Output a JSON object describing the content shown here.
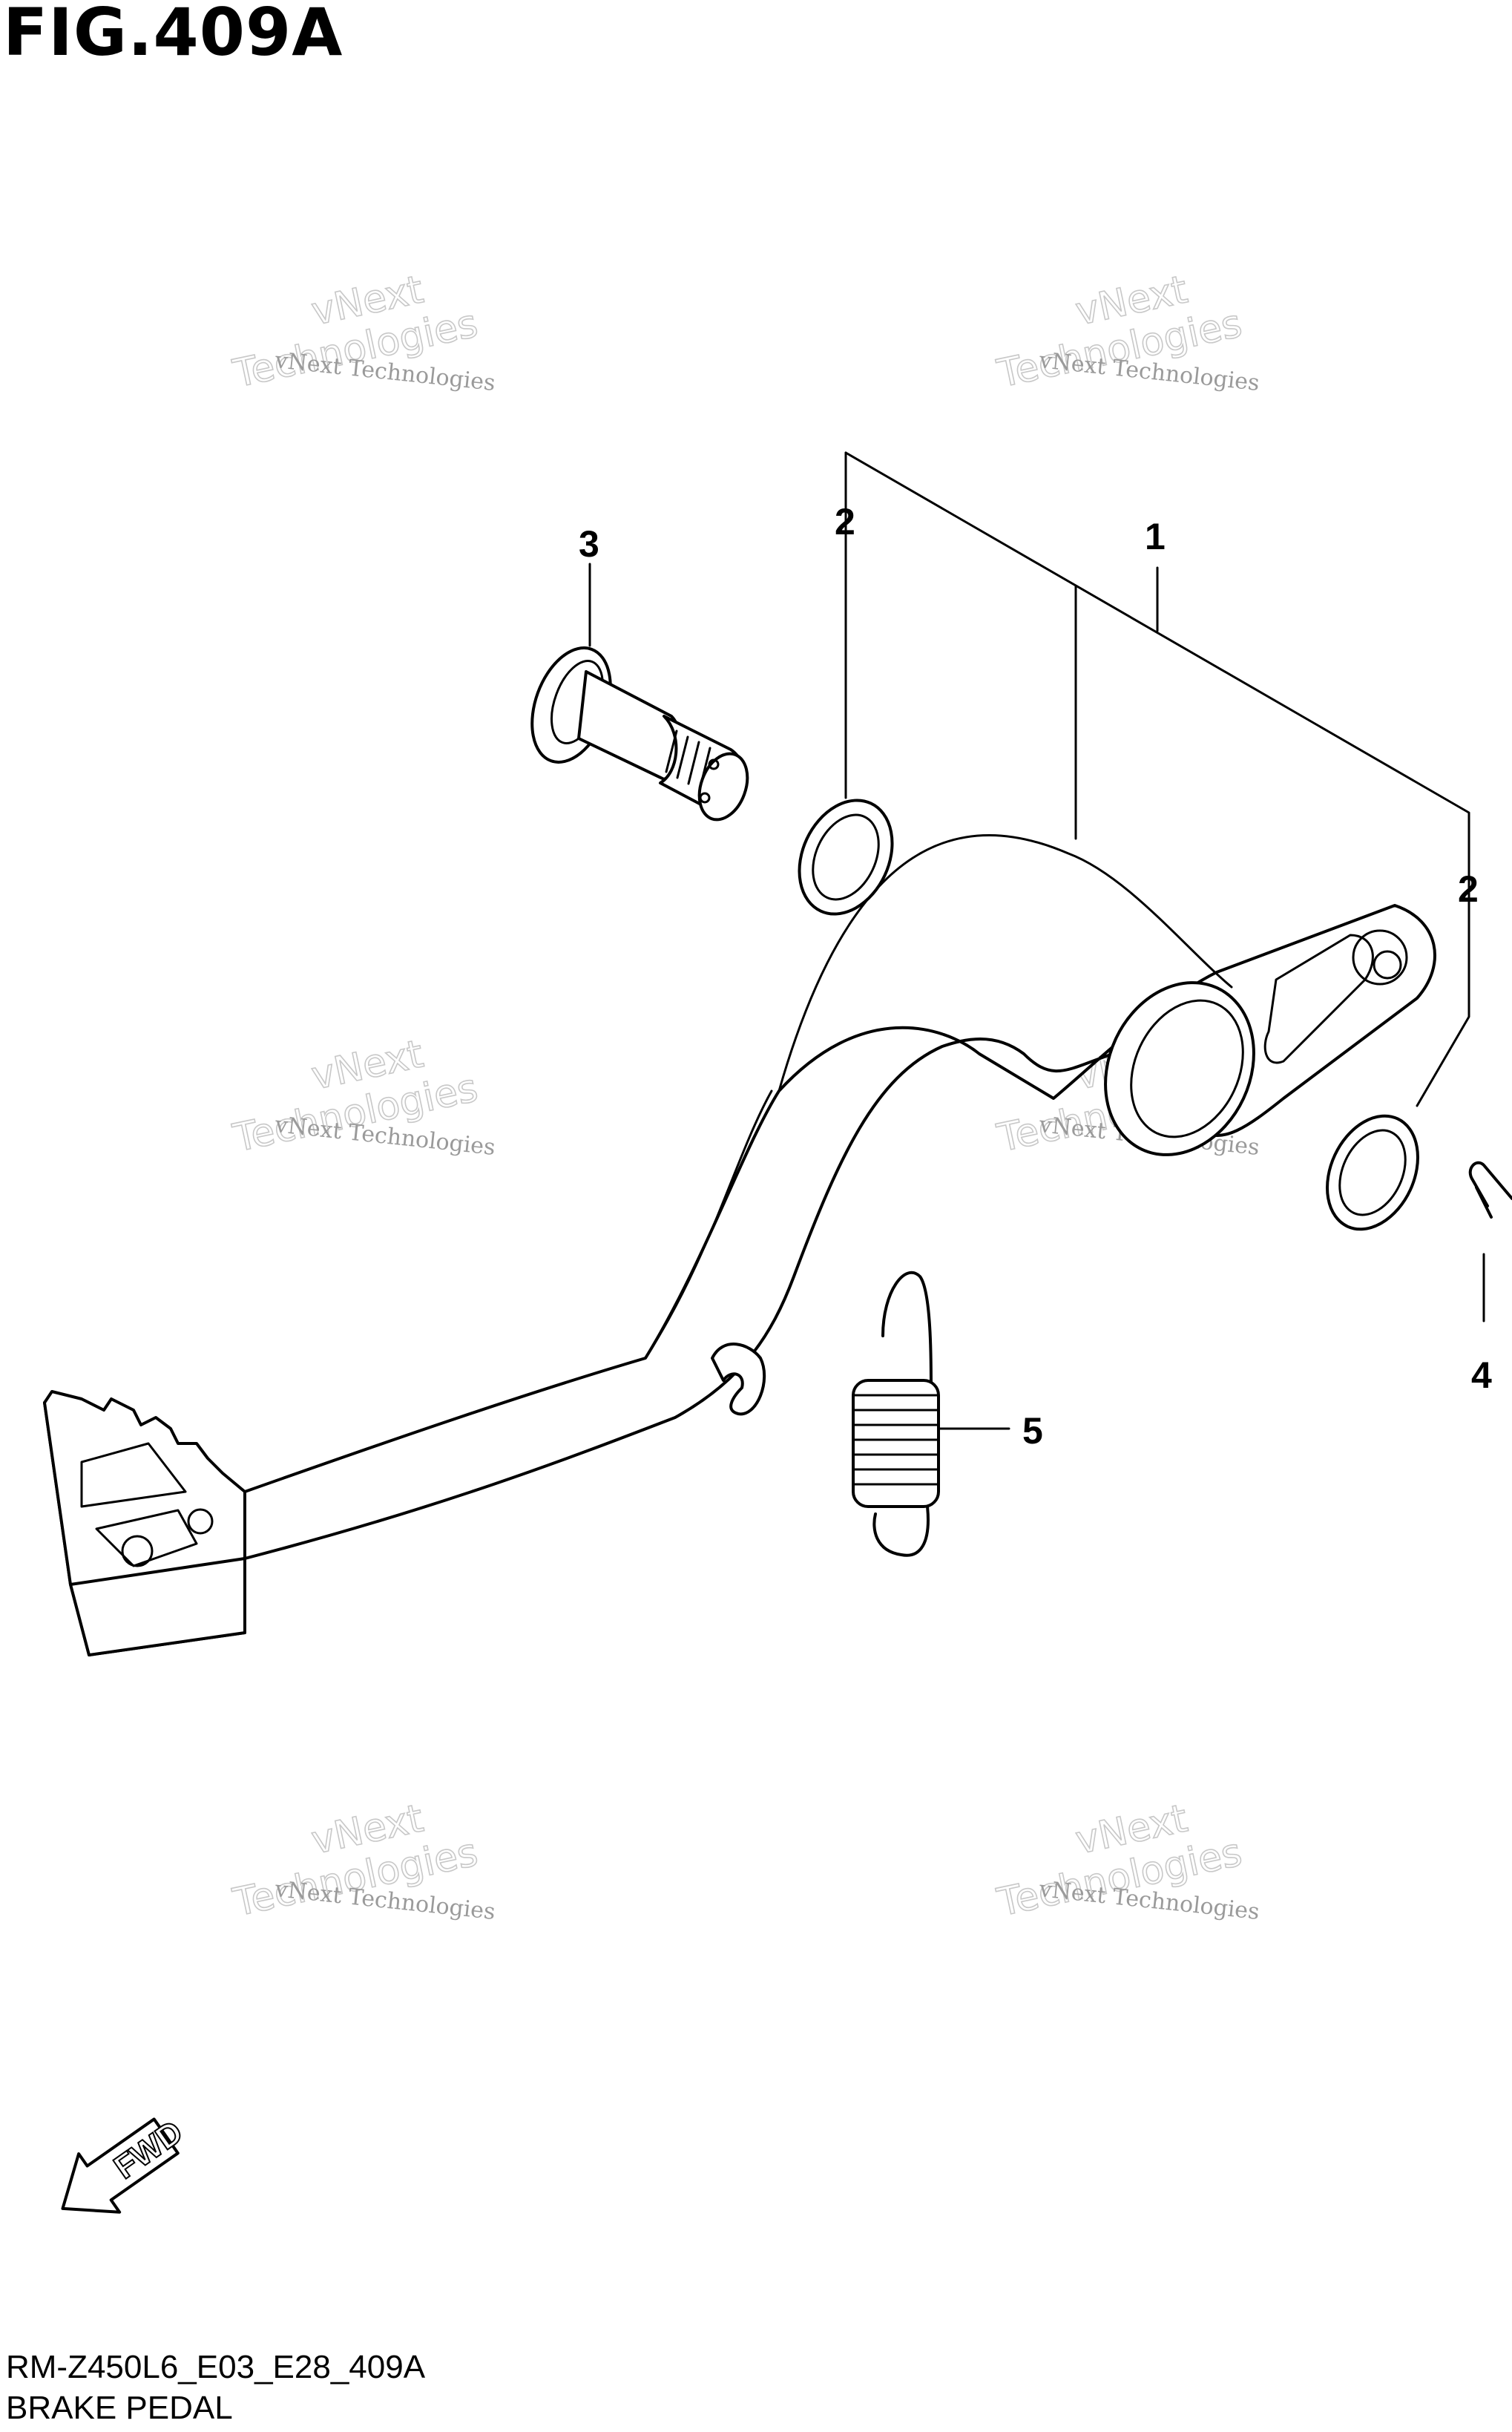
{
  "figure": {
    "title": "FIG.409A",
    "code": "RM-Z450L6_E03_E28_409A",
    "name": "BRAKE PEDAL",
    "direction_label": "FWD"
  },
  "callouts": [
    {
      "label": "1"
    },
    {
      "label": "2"
    },
    {
      "label": "2"
    },
    {
      "label": "3"
    },
    {
      "label": "4"
    },
    {
      "label": "5"
    }
  ],
  "watermark": {
    "line1": "vNext Technologies",
    "line2a": "vNext",
    "line2b": "Technologies"
  }
}
